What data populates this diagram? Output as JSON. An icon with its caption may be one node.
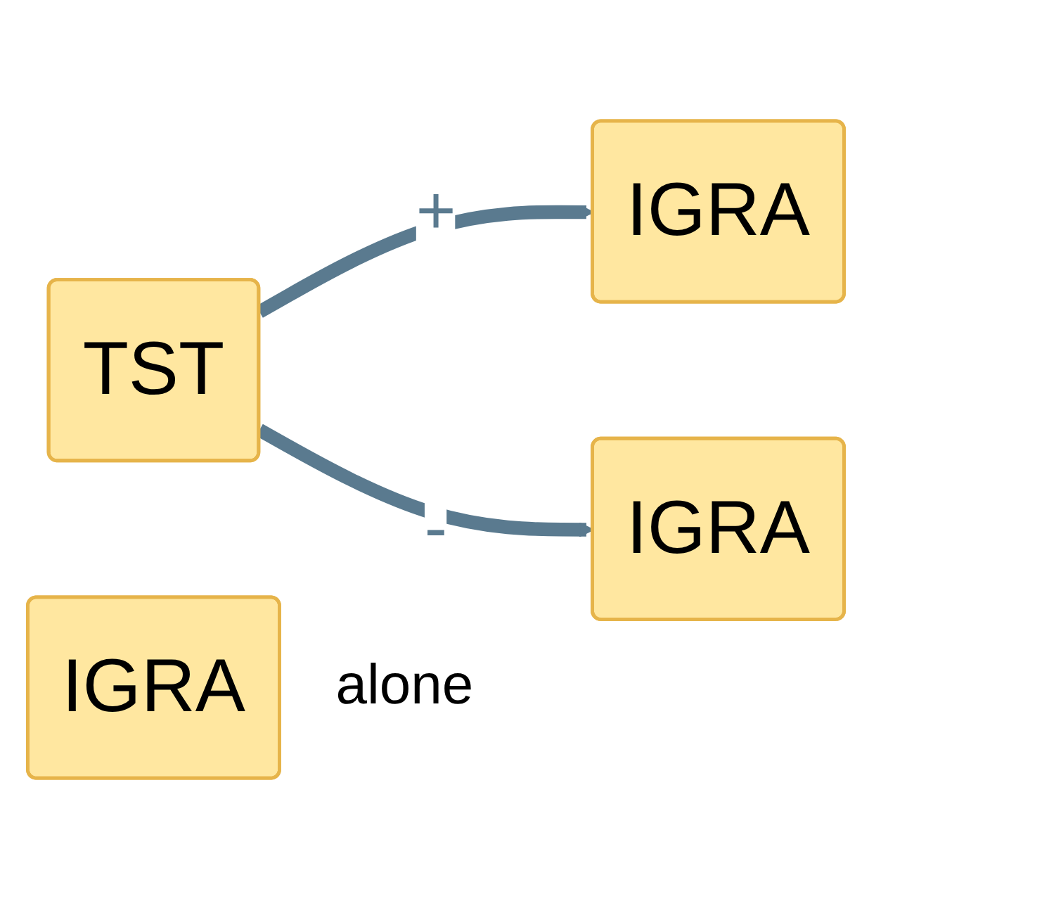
{
  "diagram": {
    "nodes": [
      {
        "text": [
          "TST"
        ]
      },
      {
        "text": [
          "IGRA"
        ]
      },
      {
        "text": [
          "IGRA"
        ]
      },
      {
        "text": [
          "IGRA"
        ],
        "beside": [
          "alone"
        ]
      }
    ],
    "edges": [
      {
        "from": 0,
        "to": 1,
        "arrow": "to",
        "label": "+"
      },
      {
        "from": 0,
        "to": 2,
        "arrow": "to",
        "label": "-"
      }
    ]
  }
}
